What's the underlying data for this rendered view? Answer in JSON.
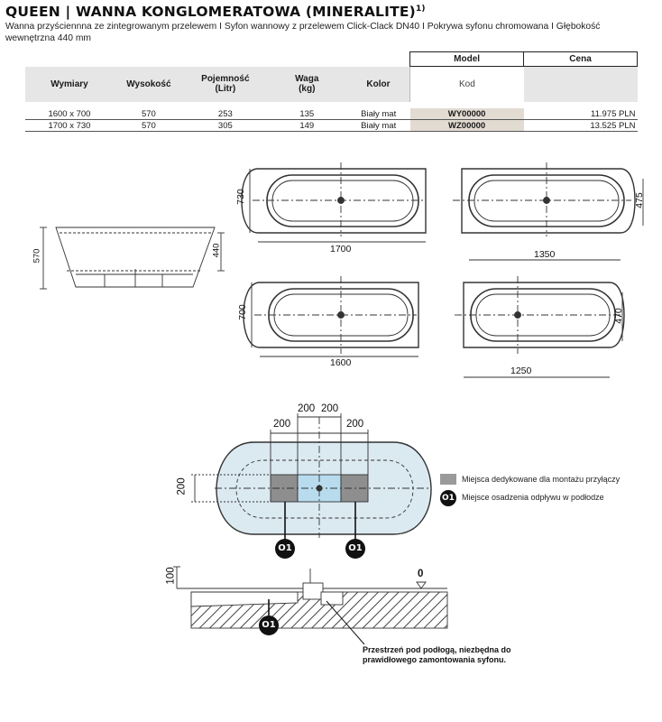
{
  "title": "QUEEN | WANNA KONGLOMERATOWA (MINERALITE)",
  "title_sup": "1)",
  "description": "Wanna przyściennna ze zintegrowanym przelewem I Syfon wannowy z przelewem Click-Clack DN40 I Pokrywa syfonu chromowana I Głębokość wewnętrzna 440 mm",
  "table": {
    "top_model": "Model",
    "top_cena": "Cena",
    "headers": [
      "Wymiary",
      "Wysokość",
      "Pojemność\n(Litr)",
      "Waga\n(kg)",
      "Kolor",
      "Kod"
    ],
    "rows": [
      [
        "1600 x 700",
        "570",
        "253",
        "135",
        "Biały mat",
        "WY00000",
        "11.975 PLN"
      ],
      [
        "1700 x 730",
        "570",
        "305",
        "149",
        "Biały mat",
        "WZ00000",
        "13.525 PLN"
      ]
    ]
  },
  "drawing_labels": {
    "side_height": "570",
    "side_inner": "440",
    "top1_h": "730",
    "top1_w": "1700",
    "top2_w": "1350",
    "top2_h": "475",
    "top3_h": "700",
    "top3_w": "1600",
    "top4_w": "1250",
    "top4_h": "470",
    "dim_200a": "200",
    "dim_200b": "200",
    "dim_200c": "200",
    "dim_200d": "200",
    "dim_200v": "200",
    "dim_100": "100",
    "dim_0": "0"
  },
  "legend": {
    "item1": "Miejsca dedykowane dla montażu przyłączy",
    "item2_icon": "O1",
    "item2": "Miejsce osadzenia odpływu w podłodze"
  },
  "markers": [
    "O1",
    "O1",
    "O1"
  ],
  "note": "Przestrzeń pod podłogą, niezbędna do prawidłowego zamontowania syfonu.",
  "colors": {
    "code_cell": "#e2dbd2",
    "header_bg": "#e6e6e6",
    "install_zone": "#dbe9f1",
    "connection_zone": "#9a9a9a"
  }
}
